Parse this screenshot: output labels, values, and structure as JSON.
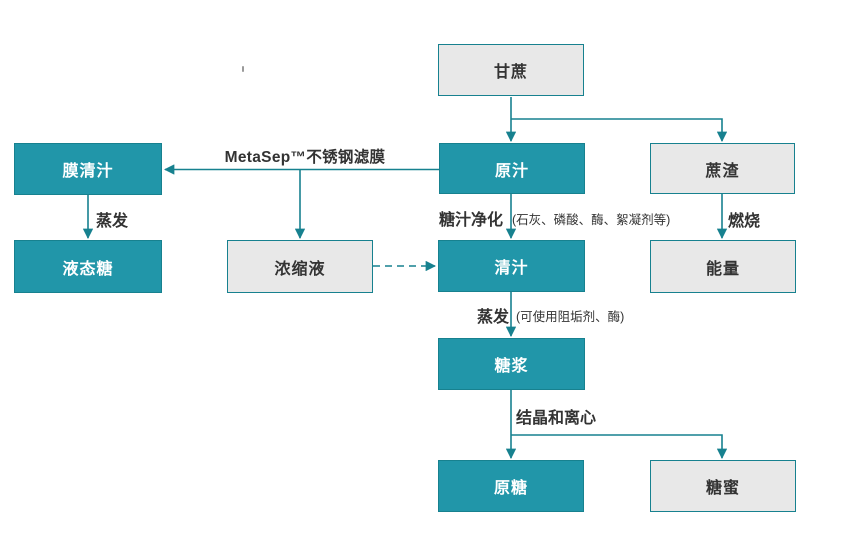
{
  "diagram": {
    "colors": {
      "accent_fill": "#2196a9",
      "box_border": "#17818f",
      "plain_fill": "#e8e8e8",
      "connector": "#17818f",
      "text_dark": "#333333",
      "text_on_accent": "#ffffff"
    },
    "nodes": [
      {
        "id": "sugarcane",
        "label": "甘蔗",
        "type": "plain"
      },
      {
        "id": "raw-juice",
        "label": "原汁",
        "type": "accent"
      },
      {
        "id": "bagasse",
        "label": "蔗渣",
        "type": "plain"
      },
      {
        "id": "membrane-clear-juice",
        "label": "膜清汁",
        "type": "accent"
      },
      {
        "id": "liquid-sugar",
        "label": "液态糖",
        "type": "accent"
      },
      {
        "id": "concentrate",
        "label": "浓缩液",
        "type": "plain"
      },
      {
        "id": "clear-juice",
        "label": "清汁",
        "type": "accent"
      },
      {
        "id": "energy",
        "label": "能量",
        "type": "plain"
      },
      {
        "id": "syrup",
        "label": "糖浆",
        "type": "accent"
      },
      {
        "id": "raw-sugar",
        "label": "原糖",
        "type": "accent"
      },
      {
        "id": "molasses",
        "label": "糖蜜",
        "type": "plain"
      }
    ],
    "edge_labels": {
      "metasep": "MetaSep™不锈钢滤膜",
      "evaporation_left": "蒸发",
      "purification": "糖汁净化",
      "purification_note": "(石灰、磷酸、酶、絮凝剂等)",
      "combustion": "燃烧",
      "evaporation_mid": "蒸发",
      "evaporation_mid_note": "(可使用阻垢剂、酶)",
      "crystallization": "结晶和离心"
    }
  }
}
